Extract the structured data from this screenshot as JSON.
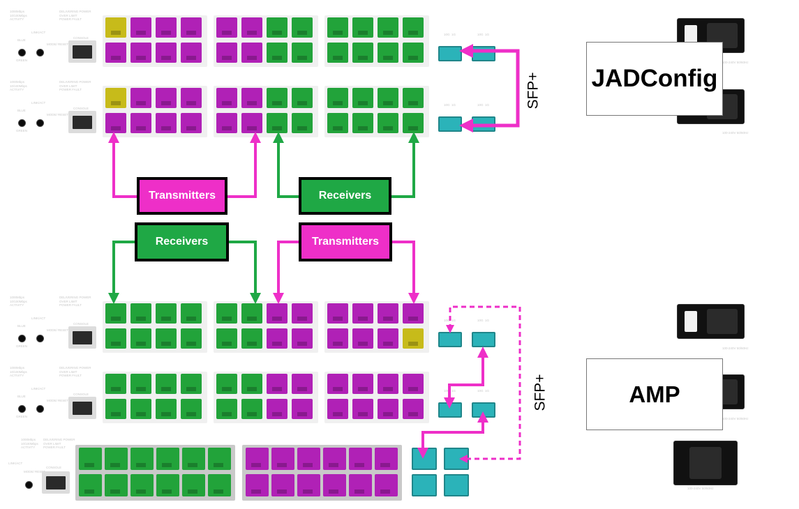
{
  "colors": {
    "transmit": "#ee2fc8",
    "receive": "#1fa845",
    "sfp": "#2bb3b9",
    "magenta_port": "#b021b6",
    "green_port": "#22a33a",
    "yellow_port": "#c7bb1a"
  },
  "groups": {
    "top": {
      "name": "JADConfig",
      "sfp_label": "SFP+"
    },
    "bottom": {
      "name": "AMP",
      "sfp_label": "SFP+"
    }
  },
  "roles": {
    "top_left": "Transmitters",
    "top_right": "Receivers",
    "bottom_left": "Receivers",
    "bottom_right": "Transmitters"
  },
  "panel": {
    "led_labels": [
      "1000Mbps",
      "10/100Mbps",
      "ACTIVITY"
    ],
    "poe_labels": [
      "DELIVERING POWER",
      "OVER LIMIT",
      "POWER FAULT"
    ],
    "link_act": "LINK/ACT",
    "blue": "BLUE",
    "green": "GREEN",
    "poe": "PoE",
    "mode_reset": "MODE/ RESET",
    "console": "CONSOLE",
    "sfp_head": [
      "10G",
      "1G"
    ],
    "on": "ON",
    "off": "Off",
    "voltage": "100-240V 50/60Hz"
  },
  "switches": [
    {
      "id": "jad-1",
      "pattern": [
        "Y",
        "M",
        "M",
        "M",
        "M",
        "M",
        "G",
        "G",
        "G",
        "G",
        "G",
        "G"
      ],
      "pattern2": [
        "M",
        "M",
        "M",
        "M",
        "M",
        "M",
        "G",
        "G",
        "G",
        "G",
        "G",
        "G"
      ],
      "has_power_switch": true
    },
    {
      "id": "jad-2",
      "pattern": [
        "Y",
        "M",
        "M",
        "M",
        "M",
        "M",
        "G",
        "G",
        "G",
        "G",
        "G",
        "G"
      ],
      "pattern2": [
        "M",
        "M",
        "M",
        "M",
        "M",
        "M",
        "G",
        "G",
        "G",
        "G",
        "G",
        "G"
      ],
      "has_power_switch": false
    },
    {
      "id": "amp-1",
      "pattern": [
        "G",
        "G",
        "G",
        "G",
        "G",
        "G",
        "M",
        "M",
        "M",
        "M",
        "M",
        "M"
      ],
      "pattern2": [
        "G",
        "G",
        "G",
        "G",
        "G",
        "G",
        "M",
        "M",
        "M",
        "M",
        "M",
        "Y"
      ],
      "has_power_switch": true
    },
    {
      "id": "amp-2",
      "pattern": [
        "G",
        "G",
        "G",
        "G",
        "G",
        "G",
        "M",
        "M",
        "M",
        "M",
        "M",
        "M"
      ],
      "pattern2": [
        "G",
        "G",
        "G",
        "G",
        "G",
        "G",
        "M",
        "M",
        "M",
        "M",
        "M",
        "M"
      ],
      "has_power_switch": false
    },
    {
      "id": "amp-3",
      "pattern": [
        "G",
        "G",
        "G",
        "G",
        "G",
        "G",
        "M",
        "M",
        "M",
        "M",
        "M",
        "M"
      ],
      "pattern2": [
        "G",
        "G",
        "G",
        "G",
        "G",
        "G",
        "M",
        "M",
        "M",
        "M",
        "M",
        "M"
      ],
      "has_power_switch": false
    }
  ]
}
